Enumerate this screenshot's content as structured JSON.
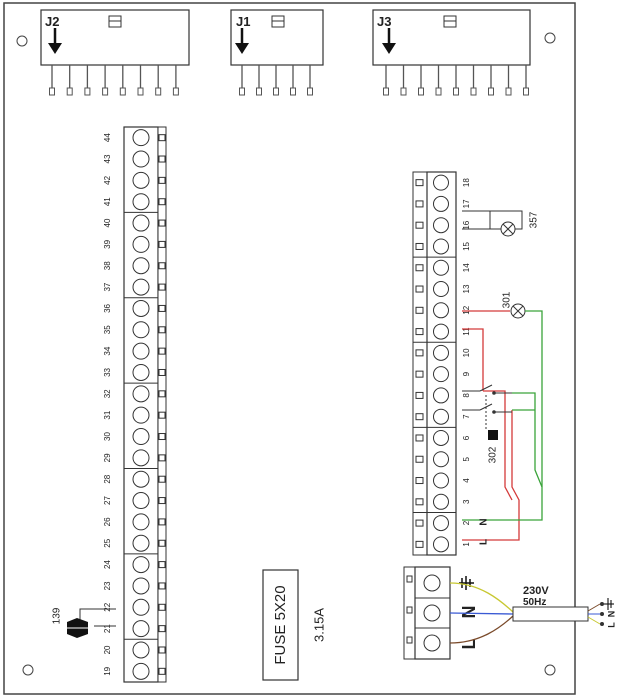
{
  "connectors": [
    {
      "label": "J2",
      "pins": 8
    },
    {
      "label": "J1",
      "pins": 5
    },
    {
      "label": "J3",
      "pins": 9
    }
  ],
  "left_terminals": [
    "44",
    "43",
    "42",
    "41",
    "40",
    "39",
    "38",
    "37",
    "36",
    "35",
    "34",
    "33",
    "32",
    "31",
    "30",
    "29",
    "28",
    "27",
    "26",
    "25",
    "24",
    "23",
    "22",
    "21",
    "20",
    "19"
  ],
  "right_terminals": [
    "18",
    "17",
    "16",
    "15",
    "14",
    "13",
    "12",
    "11",
    "10",
    "9",
    "8",
    "7",
    "6",
    "5",
    "4",
    "3",
    "2",
    "1"
  ],
  "component_labels": {
    "sensor": "139",
    "lamp_top": "357",
    "lamp_mid": "301",
    "switch": "302",
    "L": "L",
    "N": "N"
  },
  "fuse": {
    "label": "FUSE 5X20",
    "rating": "3.15A"
  },
  "power": {
    "voltage": "230V",
    "frequency": "50Hz",
    "L": "L",
    "N": "N"
  },
  "colors": {
    "line": "#333333",
    "red_wire": "#d43a3a",
    "green_wire": "#3aa33a",
    "yellow_wire": "#c8c832",
    "blue_wire": "#3a5ad4",
    "brown_wire": "#7a4a2a"
  }
}
